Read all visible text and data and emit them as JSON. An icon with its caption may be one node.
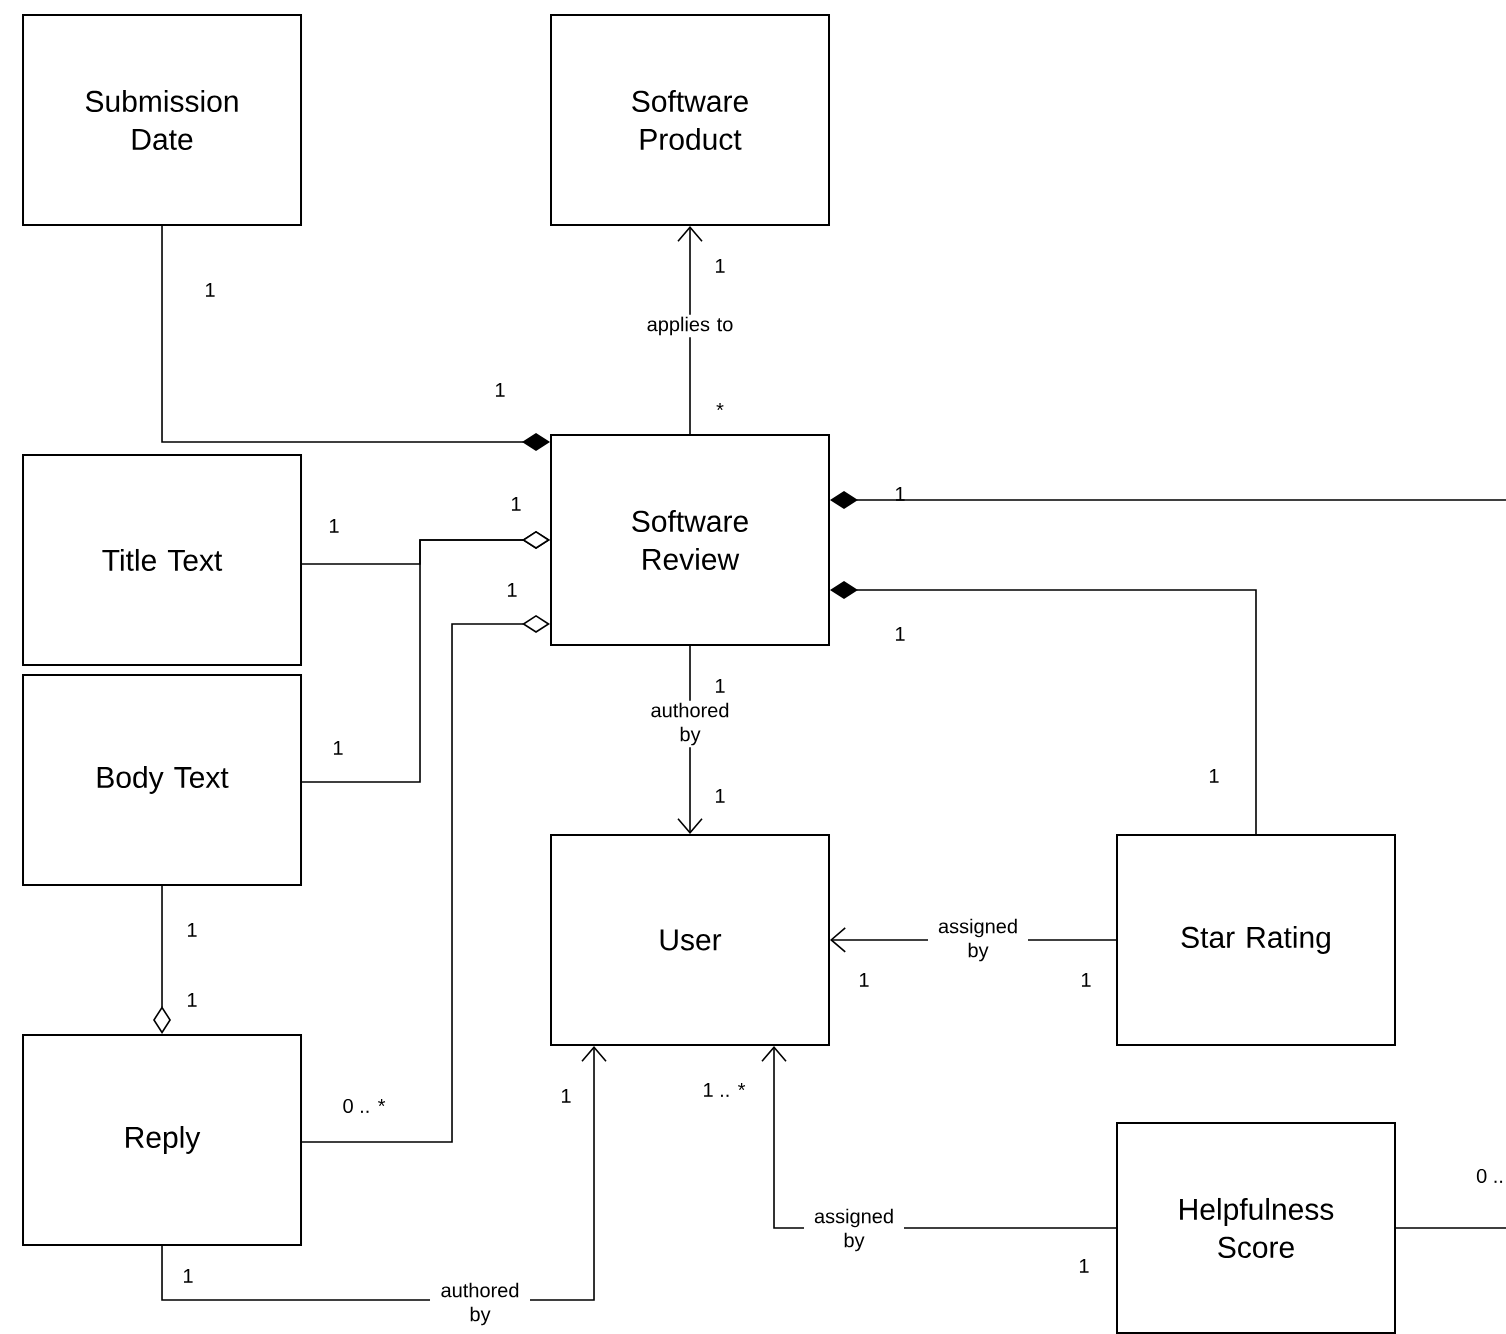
{
  "diagram": {
    "nodes": [
      {
        "text": [
          "Submission Date"
        ]
      },
      {
        "text": [
          "Software Product"
        ]
      },
      {
        "text": [
          "Software Review"
        ]
      },
      {
        "text": [
          "Title Text"
        ]
      },
      {
        "text": [
          "Body Text"
        ]
      },
      {
        "text": [
          "User"
        ]
      },
      {
        "text": [
          "Star Rating"
        ]
      },
      {
        "text": [
          "Reply"
        ]
      },
      {
        "text": [
          "Helpfulness Score"
        ]
      }
    ],
    "edges": [
      {
        "from": 0,
        "to": 2,
        "arrow": "other"
      },
      {
        "from": 2,
        "to": 1,
        "arrow": "to",
        "label": "applies to"
      },
      {
        "from": 3,
        "to": 2,
        "arrow": "other"
      },
      {
        "from": 4,
        "to": 2,
        "arrow": "other"
      },
      {
        "from": 7,
        "to": 2,
        "arrow": "other"
      },
      {
        "from": 4,
        "to": 7,
        "arrow": "other"
      },
      {
        "from": 2,
        "to": 5,
        "arrow": "to",
        "label": "authored by"
      },
      {
        "from": 6,
        "to": 5,
        "arrow": "to",
        "label": "assigned by"
      },
      {
        "from": 6,
        "to": 2,
        "arrow": "other"
      },
      {
        "from": 8,
        "to": 2,
        "arrow": "other"
      },
      {
        "from": 7,
        "to": 5,
        "arrow": "to",
        "label": "authored by"
      },
      {
        "from": 8,
        "to": 5,
        "arrow": "to",
        "label": "assigned by"
      }
    ],
    "labels": [
      "1",
      "1",
      "1",
      "*",
      "1",
      "1",
      "1",
      "1",
      "1",
      "1",
      "1",
      "1",
      "1",
      "1",
      "1",
      "1",
      "1",
      "1 .. *",
      "1",
      "0 .. *",
      "0 ..",
      "1",
      "1"
    ]
  }
}
